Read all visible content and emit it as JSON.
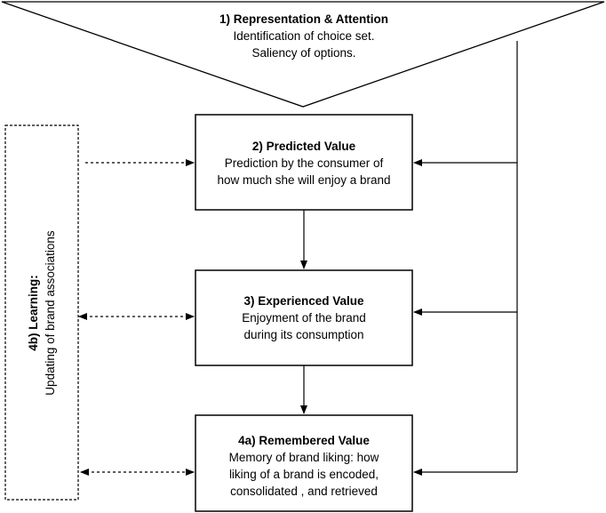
{
  "attention": {
    "title": "1) Representation & Attention",
    "lines": [
      "Identification of choice set.",
      "Saliency of options."
    ]
  },
  "predicted": {
    "title": "2) Predicted Value",
    "lines": [
      "Prediction by the consumer of",
      "how much she will enjoy a brand"
    ]
  },
  "experienced": {
    "title": "3) Experienced Value",
    "lines": [
      "Enjoyment of the brand",
      "during its consumption"
    ]
  },
  "remembered": {
    "title": "4a) Remembered Value",
    "lines": [
      "Memory of brand liking: how",
      "liking of a brand is encoded,",
      "consolidated , and retrieved"
    ]
  },
  "learning": {
    "title": "4b) Learning:",
    "lines": [
      "Updating of brand associations"
    ]
  }
}
